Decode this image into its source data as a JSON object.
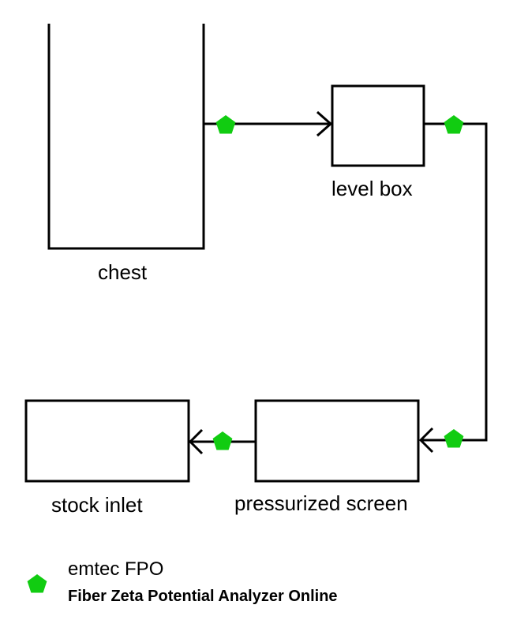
{
  "nodes": {
    "chest": {
      "label": "chest"
    },
    "level_box": {
      "label": "level box"
    },
    "pressurized_screen": {
      "label": "pressurized screen"
    },
    "stock_inlet": {
      "label": "stock inlet"
    }
  },
  "flow": [
    {
      "from": "chest",
      "to": "level box"
    },
    {
      "from": "level box",
      "to": "pressurized screen"
    },
    {
      "from": "pressurized screen",
      "to": "stock inlet"
    }
  ],
  "legend": {
    "marker_icon": "green-pentagon-icon",
    "title": "emtec FPO",
    "subtitle": "Fiber Zeta Potential Analyzer Online"
  },
  "colors": {
    "marker": "#11cc11",
    "line": "#000000",
    "background": "#ffffff"
  }
}
